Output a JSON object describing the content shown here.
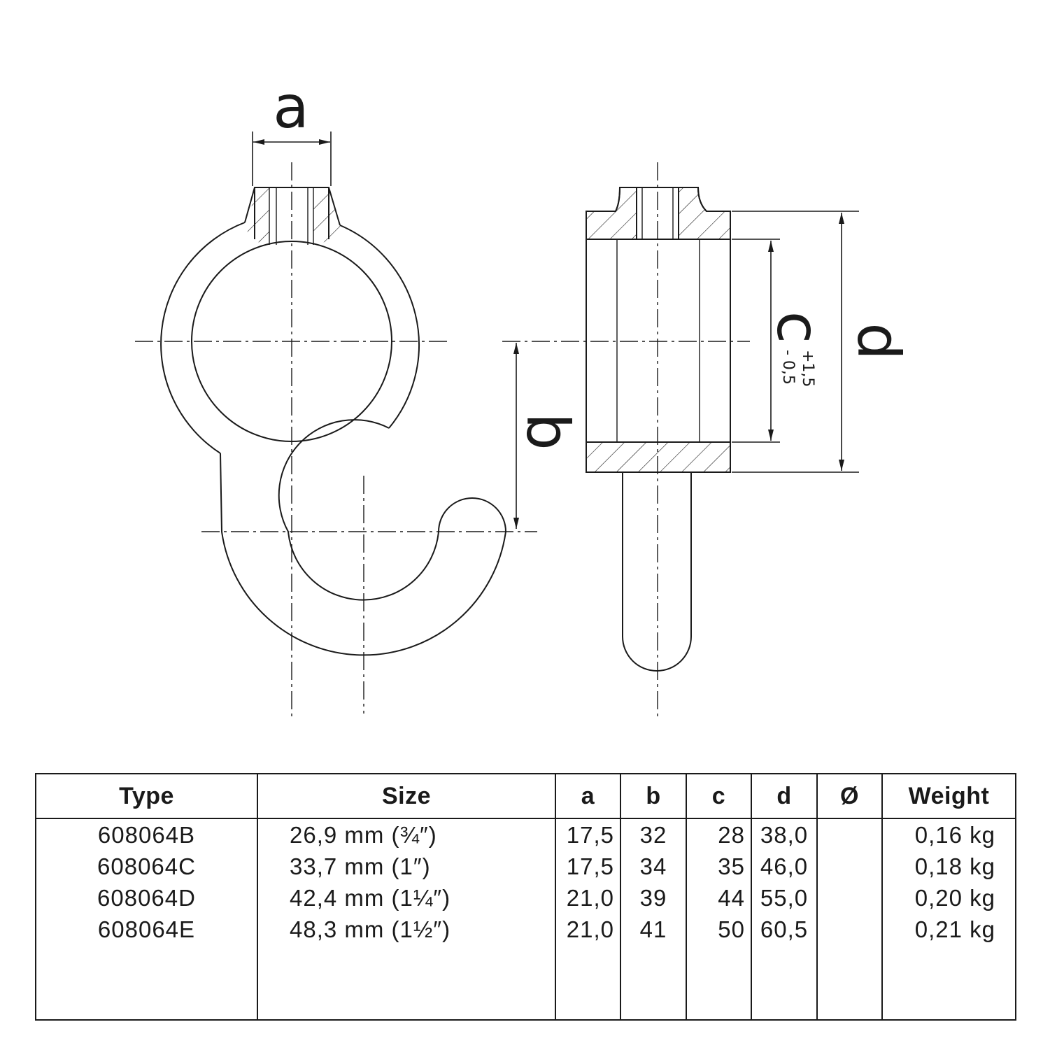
{
  "drawing": {
    "dimension_labels": {
      "a": "a",
      "b": "b",
      "c": "c",
      "d": "d"
    },
    "tolerance": {
      "upper": "+1,5",
      "lower": "- 0,5"
    }
  },
  "table": {
    "headers": [
      "Type",
      "Size",
      "a",
      "b",
      "c",
      "d",
      "Ø",
      "Weight"
    ],
    "rows": [
      {
        "type": "608064B",
        "size": "26,9 mm (¾″)",
        "a": "17,5",
        "b": "32",
        "c": "28",
        "d": "38,0",
        "diameter": "",
        "weight": "0,16 kg"
      },
      {
        "type": "608064C",
        "size": "33,7 mm (1″)",
        "a": "17,5",
        "b": "34",
        "c": "35",
        "d": "46,0",
        "diameter": "",
        "weight": "0,18 kg"
      },
      {
        "type": "608064D",
        "size": "42,4 mm (1¼″)",
        "a": "21,0",
        "b": "39",
        "c": "44",
        "d": "55,0",
        "diameter": "",
        "weight": "0,20 kg"
      },
      {
        "type": "608064E",
        "size": "48,3 mm (1½″)",
        "a": "21,0",
        "b": "41",
        "c": "50",
        "d": "60,5",
        "diameter": "",
        "weight": "0,21 kg"
      }
    ]
  }
}
